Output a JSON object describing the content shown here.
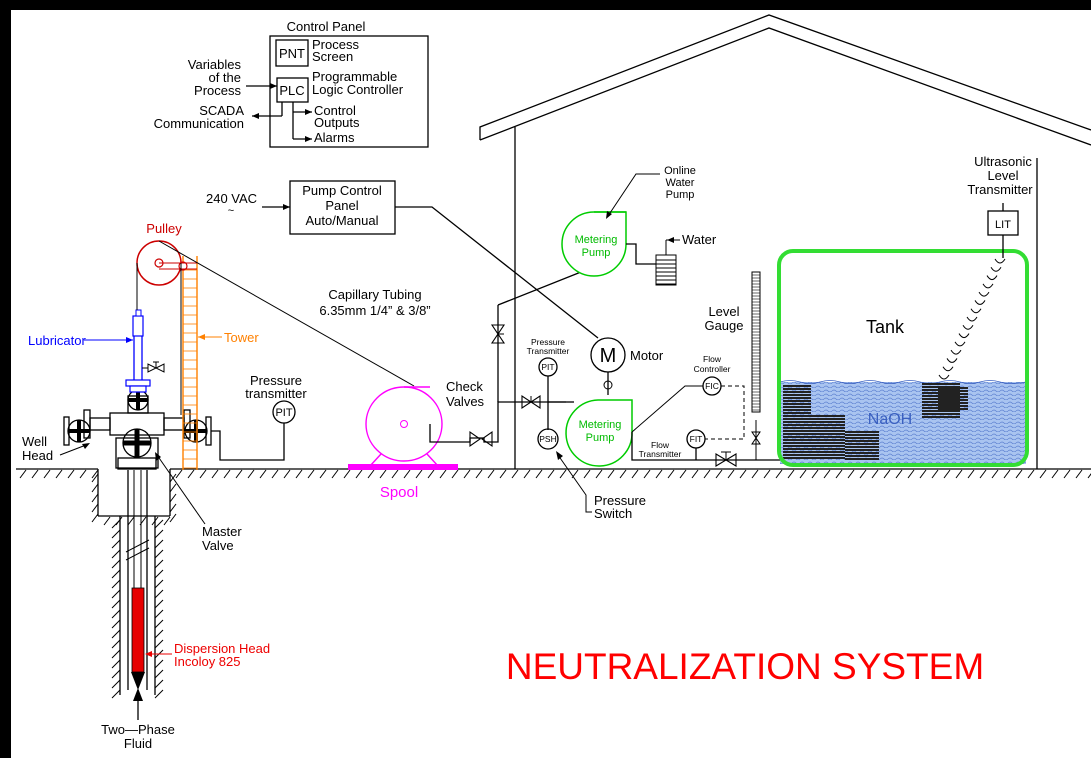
{
  "title": "NEUTRALIZATION SYSTEM",
  "control_panel": {
    "heading": "Control Panel",
    "pnt_tag": "PNT",
    "pnt_label_1": "Process",
    "pnt_label_2": "Screen",
    "plc_tag": "PLC",
    "plc_label_1": "Programmable",
    "plc_label_2": "Logic Controller",
    "variables_1": "Variables",
    "variables_2": "of the",
    "variables_3": "Process",
    "scada_1": "SCADA",
    "scada_2": "Communication",
    "outputs_1": "Control",
    "outputs_2": "Outputs",
    "alarms": "Alarms"
  },
  "pump_control": {
    "line_1": "Pump Control",
    "line_2": "Panel",
    "line_3": "Auto/Manual",
    "supply": "240 VAC",
    "supply_symbol": "~"
  },
  "wellhead": {
    "pulley": "Pulley",
    "lubricator": "Lubricator",
    "tower": "Tower",
    "well_1": "Well",
    "well_2": "Head",
    "master_1": "Master",
    "master_2": "Valve",
    "dispersion_1": "Dispersion Head",
    "dispersion_2": "Incoloy 825",
    "fluid_1": "Two—Phase",
    "fluid_2": "Fluid",
    "pit_tag": "PIT",
    "pit_label_1": "Pressure",
    "pit_label_2": "transmitter"
  },
  "tubing": {
    "label_1": "Capillary Tubing",
    "label_2": "6.35mm 1/4” & 3/8”",
    "spool": "Spool",
    "check_1": "Check",
    "check_2": "Valves"
  },
  "pumps": {
    "metering_1": "Metering",
    "metering_2": "Pump",
    "online_1": "Online",
    "online_2": "Water",
    "online_3": "Pump",
    "water": "Water",
    "motor_tag": "M",
    "motor": "Motor",
    "pt_1": "Pressure",
    "pt_2": "Transmitter",
    "pt_tag": "PIT",
    "psh_tag": "PSH",
    "switch_1": "Pressure",
    "switch_2": "Switch",
    "fic_tag": "FIC",
    "fic_1": "Flow",
    "fic_2": "Controller",
    "fit_tag": "FIT",
    "fit_1": "Flow",
    "fit_2": "Transmitter"
  },
  "tank": {
    "label": "Tank",
    "content": "NaOH",
    "gauge_1": "Level",
    "gauge_2": "Gauge",
    "lit_tag": "LIT",
    "lit_1": "Ultrasonic",
    "lit_2": "Level",
    "lit_3": "Transmitter"
  },
  "colors": {
    "title": "#ff0000",
    "pulley": "#cc0000",
    "lubricator": "#0000ff",
    "tower": "#ff8000",
    "spool": "#ff00ff",
    "pump": "#00cc00",
    "tank_frame": "#33dd33",
    "liquid": "#a9c4f0",
    "dispersion": "#ee0000"
  }
}
